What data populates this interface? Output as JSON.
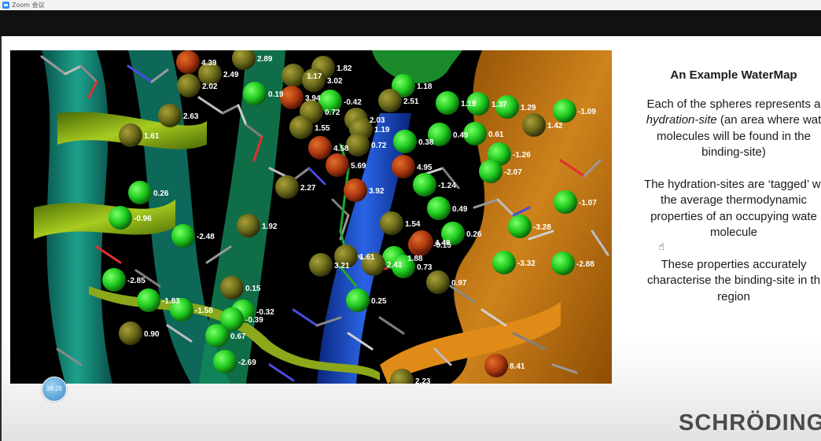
{
  "window": {
    "title": "Zoom 会议"
  },
  "slide": {
    "heading": "An Example WaterMap",
    "para1": {
      "line1": "Each of the spheres represents a",
      "line2_italic": "hydration-site",
      "line2_rest": " (an area where wat",
      "line3": "molecules will be found in the",
      "line4": "binding-site)"
    },
    "para2": {
      "line1": "The hydration-sites are ‘tagged’ wi",
      "line2": "the average thermodynamic",
      "line3": "properties of an occupying wate",
      "line4": "molecule"
    },
    "para3": {
      "line1": "These properties accurately",
      "line2": "characterise the binding-site in th",
      "line3": "region"
    },
    "brand": "SCHRÖDINGE"
  },
  "meeting_timer": "34:26",
  "icons": {
    "app": "zoom-logo-icon",
    "cursor": "hand-pointer-icon"
  },
  "colors": {
    "viewer_bg": "#000000",
    "sphere_green": "#1fcc1f",
    "sphere_olive": "#6b6a1a",
    "sphere_red": "#b03a10"
  },
  "hydration_sites": [
    {
      "value": "4.39",
      "c": "red"
    },
    {
      "value": "2.89",
      "c": "olive"
    },
    {
      "value": "2.49",
      "c": "olive"
    },
    {
      "value": "2.02",
      "c": "olive"
    },
    {
      "value": "1.82",
      "c": "olive"
    },
    {
      "value": "1.17",
      "c": "olive"
    },
    {
      "value": "3.02",
      "c": "olive"
    },
    {
      "value": "0.19",
      "c": "green"
    },
    {
      "value": "3.94",
      "c": "red"
    },
    {
      "value": "-0.42",
      "c": "green"
    },
    {
      "value": "1.18",
      "c": "green"
    },
    {
      "value": "2.51",
      "c": "olive"
    },
    {
      "value": "1.19",
      "c": "green"
    },
    {
      "value": "1.37",
      "c": "green"
    },
    {
      "value": "1.29",
      "c": "green"
    },
    {
      "value": "-1.09",
      "c": "green"
    },
    {
      "value": "2.63",
      "c": "olive"
    },
    {
      "value": "0.72",
      "c": "olive"
    },
    {
      "value": "2.03",
      "c": "olive"
    },
    {
      "value": "1.55",
      "c": "olive"
    },
    {
      "value": "1.19",
      "c": "olive"
    },
    {
      "value": "0.49",
      "c": "green"
    },
    {
      "value": "0.61",
      "c": "green"
    },
    {
      "value": "1.42",
      "c": "olive"
    },
    {
      "value": "1.61",
      "c": "olive"
    },
    {
      "value": "4.58",
      "c": "red"
    },
    {
      "value": "0.72",
      "c": "olive"
    },
    {
      "value": "0.38",
      "c": "green"
    },
    {
      "value": "-1.26",
      "c": "green"
    },
    {
      "value": "5.69",
      "c": "red"
    },
    {
      "value": "4.95",
      "c": "red"
    },
    {
      "value": "-2.07",
      "c": "green"
    },
    {
      "value": "0.26",
      "c": "green"
    },
    {
      "value": "2.27",
      "c": "olive"
    },
    {
      "value": "3.92",
      "c": "red"
    },
    {
      "value": "-1.24",
      "c": "green"
    },
    {
      "value": "-0.96",
      "c": "green"
    },
    {
      "value": "0.49",
      "c": "green"
    },
    {
      "value": "-1.07",
      "c": "green"
    },
    {
      "value": "1.92",
      "c": "olive"
    },
    {
      "value": "1.54",
      "c": "olive"
    },
    {
      "value": "-3.28",
      "c": "green"
    },
    {
      "value": "-2.48",
      "c": "green"
    },
    {
      "value": "0.26",
      "c": "green"
    },
    {
      "value": "-0.15",
      "c": "red"
    },
    {
      "value": "4.48",
      "c": "red"
    },
    {
      "value": "1.61",
      "c": "olive"
    },
    {
      "value": "1.88",
      "c": "green"
    },
    {
      "value": "3.21",
      "c": "olive"
    },
    {
      "value": "2.41",
      "c": "olive"
    },
    {
      "value": "0.73",
      "c": "green"
    },
    {
      "value": "-3.32",
      "c": "green"
    },
    {
      "value": "-2.88",
      "c": "green"
    },
    {
      "value": "-2.85",
      "c": "green"
    },
    {
      "value": "0.97",
      "c": "olive"
    },
    {
      "value": "0.15",
      "c": "olive"
    },
    {
      "value": "-1.83",
      "c": "green"
    },
    {
      "value": "-1.58",
      "c": "green"
    },
    {
      "value": "-0.32",
      "c": "green"
    },
    {
      "value": "-0.39",
      "c": "green"
    },
    {
      "value": "0.25",
      "c": "green"
    },
    {
      "value": "0.90",
      "c": "olive"
    },
    {
      "value": "0.67",
      "c": "green"
    },
    {
      "value": "-2.69",
      "c": "green"
    },
    {
      "value": "8.41",
      "c": "red"
    },
    {
      "value": "2.23",
      "c": "olive"
    }
  ]
}
